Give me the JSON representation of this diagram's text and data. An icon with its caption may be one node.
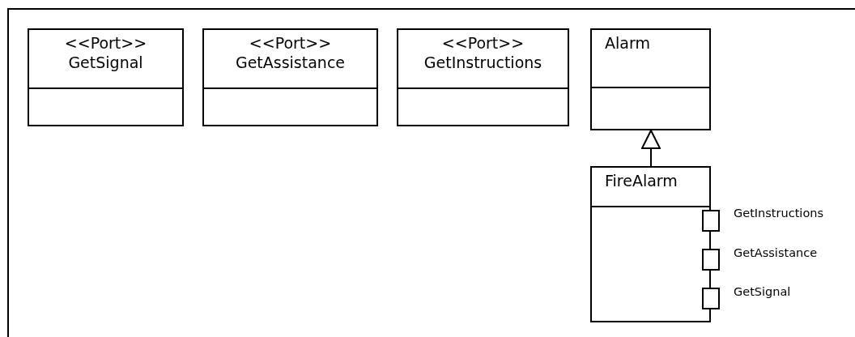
{
  "diagram": {
    "nodes": [
      {
        "text": [
          "<<Port>>",
          "GetSignal"
        ]
      },
      {
        "text": [
          "<<Port>>",
          "GetAssistance"
        ]
      },
      {
        "text": [
          "<<Port>>",
          "GetInstructions"
        ]
      },
      {
        "text": [
          "Alarm"
        ]
      },
      {
        "text": [
          "FireAlarm"
        ]
      },
      {
        "text": [],
        "shape": "box",
        "beside": [
          "GetInstructions"
        ]
      },
      {
        "text": [],
        "shape": "box",
        "beside": [
          "GetAssistance"
        ]
      },
      {
        "text": [],
        "shape": "box",
        "beside": [
          "GetSignal"
        ]
      }
    ],
    "edges": [
      {
        "from": 4,
        "to": 3,
        "arrow": "to"
      }
    ]
  }
}
